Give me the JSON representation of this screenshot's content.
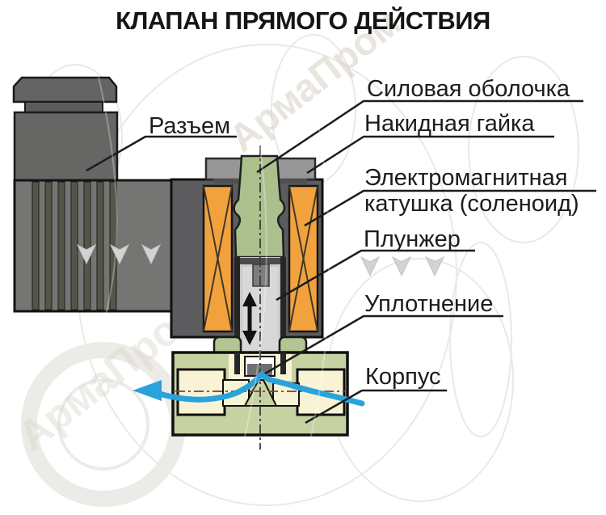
{
  "title": "КЛАПАН ПРЯМОГО ДЕЙСТВИЯ",
  "diagram": {
    "type": "labeled-schematic",
    "subject": "direct-acting solenoid valve cross-section",
    "labels": {
      "connector": "Разъем",
      "power_shell": "Силовая оболочка",
      "union_nut": "Накидная гайка",
      "coil_line1": "Электромагнитная",
      "coil_line2": "катушка (соленоид)",
      "plunger": "Плунжер",
      "seal": "Уплотнение",
      "body": "Корпус"
    },
    "watermark": "АрмаПром",
    "colors": {
      "coil_orange": "#F2A23C",
      "body_green": "#C7D2A2",
      "port_beige": "#F8F3D5",
      "shell_green": "#ABC08D",
      "flow_blue": "#2AA2DB",
      "metal_dark": "#5C5C5E",
      "metal_mid": "#6B6B69",
      "centerline_red": "#7A4038"
    }
  }
}
